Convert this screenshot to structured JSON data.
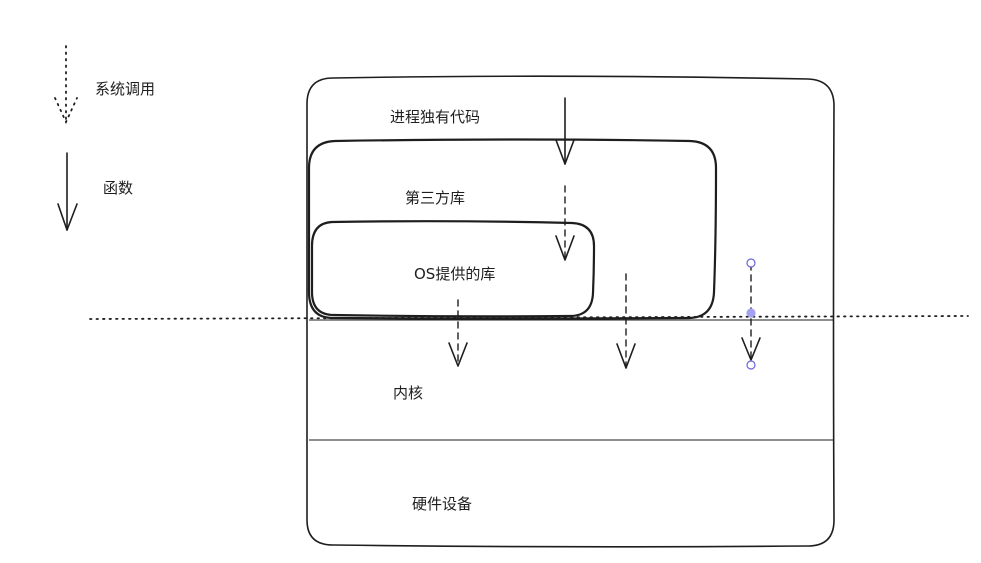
{
  "legend": {
    "syscall_label": "系统调用",
    "function_label": "函数"
  },
  "layers": {
    "process_code": "进程独有代码",
    "third_party": "第三方库",
    "os_lib": "OS提供的库",
    "kernel": "内核",
    "hardware": "硬件设备"
  },
  "colors": {
    "stroke": "#1e1e1e",
    "handle_stroke": "#6965db",
    "handle_fill": "#a5a0f0",
    "background": "#ffffff"
  }
}
